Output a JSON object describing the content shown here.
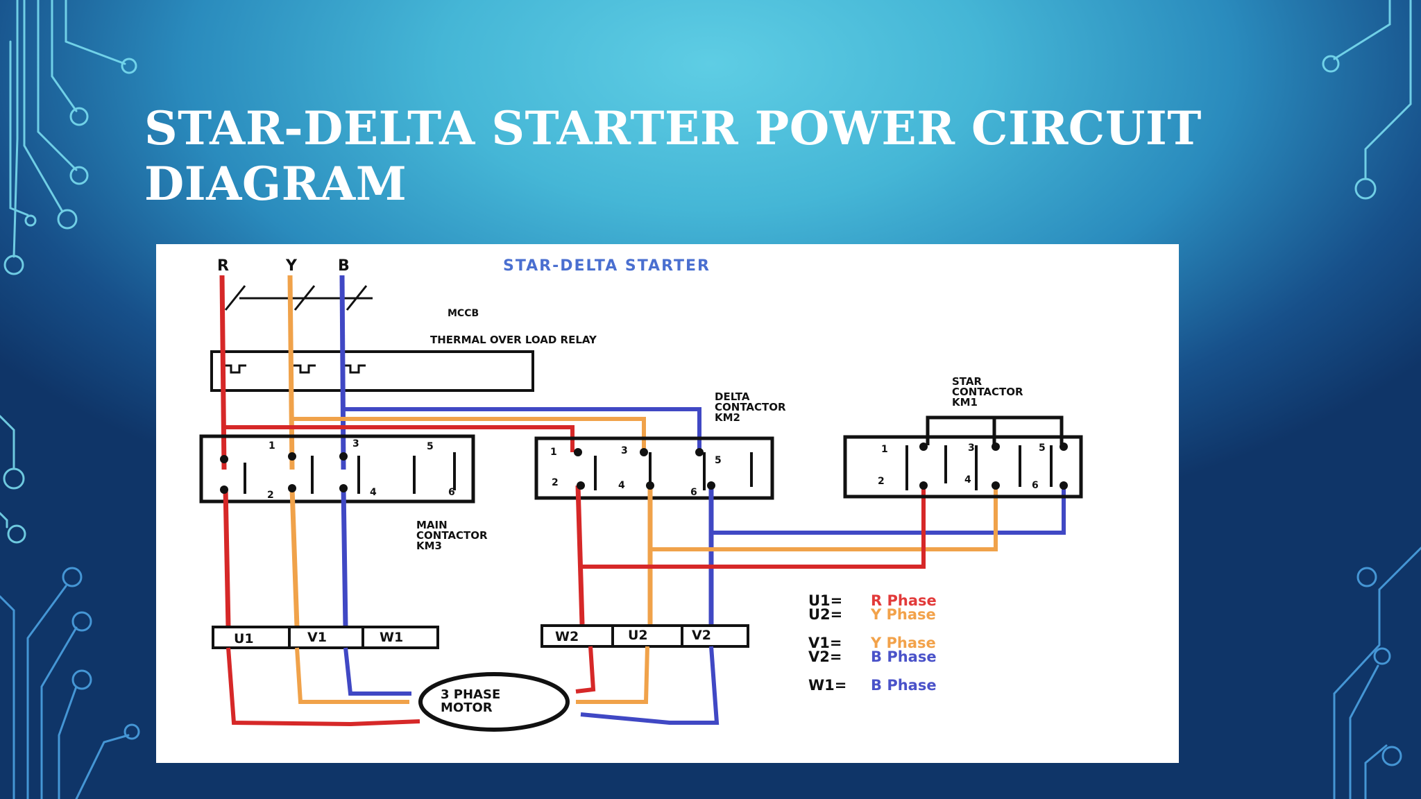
{
  "slide": {
    "title_line1": "STAR-DELTA STARTER POWER CIRCUIT",
    "title_line2": "DIAGRAM"
  },
  "diagram": {
    "heading": "STAR-DELTA STARTER",
    "phases": {
      "r": "R",
      "y": "Y",
      "b": "B"
    },
    "mccb": "MCCB",
    "overload_relay": "THERMAL OVER LOAD RELAY",
    "delta_contactor": [
      "DELTA",
      "CONTACTOR",
      "KM2"
    ],
    "star_contactor": [
      "STAR",
      "CONTACTOR",
      "KM1"
    ],
    "main_contactor": [
      "MAIN",
      "CONTACTOR",
      "KM3"
    ],
    "terminals_main": {
      "t1": "1",
      "t2": "2",
      "t3": "3",
      "t4": "4",
      "t5": "5",
      "t6": "6"
    },
    "terminals_delta": {
      "t1": "1",
      "t2": "2",
      "t3": "3",
      "t4": "4",
      "t5": "5",
      "t6": "6"
    },
    "terminals_star": {
      "t1": "1",
      "t2": "2",
      "t3": "3",
      "t4": "4",
      "t5": "5",
      "t6": "6"
    },
    "winding_terminals_left": {
      "u1": "U1",
      "v1": "V1",
      "w1": "W1"
    },
    "winding_terminals_right": {
      "w2": "W2",
      "u2": "U2",
      "v2": "V2"
    },
    "motor": [
      "3 PHASE",
      "MOTOR"
    ],
    "legend": [
      {
        "key": "U1=",
        "value": "R Phase",
        "color": "#e23a3a"
      },
      {
        "key": "U2=",
        "value": "Y Phase",
        "color": "#f2a24a"
      },
      {
        "key": "V1=",
        "value": "Y Phase",
        "color": "#f2a24a"
      },
      {
        "key": "V2=",
        "value": "B Phase",
        "color": "#4a52c9"
      },
      {
        "key": "W1=",
        "value": "B Phase",
        "color": "#4a52c9"
      }
    ]
  },
  "colors": {
    "r_phase": "#d62828",
    "y_phase": "#f0a24a",
    "b_phase": "#4048c4",
    "heading": "#4a6fd0",
    "outline": "#111111"
  }
}
